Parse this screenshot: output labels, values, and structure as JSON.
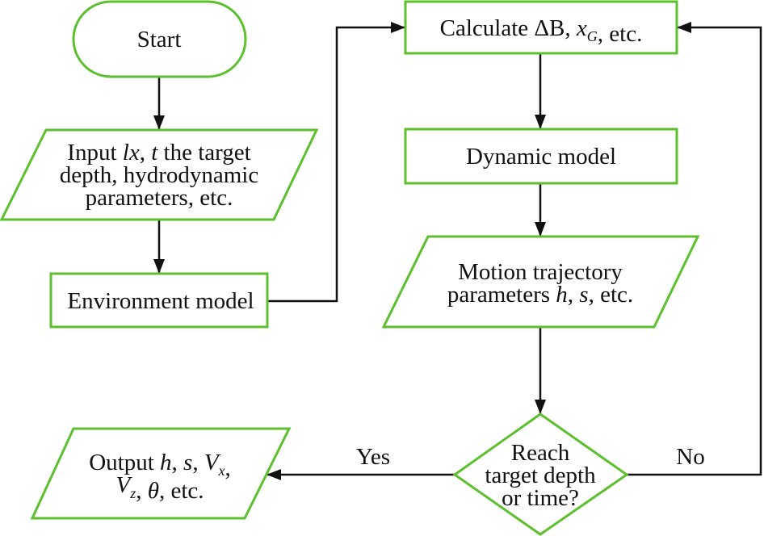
{
  "diagram": {
    "type": "flowchart",
    "colors": {
      "node_border": "#5cc02e",
      "node_fill": "#ffffff",
      "connector": "#111111",
      "text": "#111111"
    },
    "nodes": {
      "start": {
        "shape": "terminal",
        "lines": [
          [
            {
              "t": "Start"
            }
          ]
        ]
      },
      "input": {
        "shape": "parallelogram",
        "lines": [
          [
            {
              "t": "Input "
            },
            {
              "t": "lx",
              "style": "it"
            },
            {
              "t": ", "
            },
            {
              "t": "t",
              "style": "it"
            },
            {
              "t": " the target"
            }
          ],
          [
            {
              "t": "depth, hydrodynamic"
            }
          ],
          [
            {
              "t": "parameters, etc."
            }
          ]
        ]
      },
      "environment": {
        "shape": "process",
        "lines": [
          [
            {
              "t": "Environment model"
            }
          ]
        ]
      },
      "calculate": {
        "shape": "process",
        "lines": [
          [
            {
              "t": "Calculate ΔB, "
            },
            {
              "t": "x",
              "style": "it"
            },
            {
              "t": "G",
              "style": "sub"
            },
            {
              "t": ", etc."
            }
          ]
        ]
      },
      "dynamic": {
        "shape": "process",
        "lines": [
          [
            {
              "t": "Dynamic model"
            }
          ]
        ]
      },
      "motion": {
        "shape": "parallelogram",
        "lines": [
          [
            {
              "t": "Motion trajectory"
            }
          ],
          [
            {
              "t": "parameters "
            },
            {
              "t": "h",
              "style": "it"
            },
            {
              "t": ", "
            },
            {
              "t": "s",
              "style": "it"
            },
            {
              "t": ", etc."
            }
          ]
        ]
      },
      "decision": {
        "shape": "diamond",
        "lines": [
          [
            {
              "t": "Reach"
            }
          ],
          [
            {
              "t": "target depth"
            }
          ],
          [
            {
              "t": "or time?"
            }
          ]
        ]
      },
      "output": {
        "shape": "parallelogram",
        "lines": [
          [
            {
              "t": "Output "
            },
            {
              "t": "h",
              "style": "it"
            },
            {
              "t": ", "
            },
            {
              "t": "s",
              "style": "it"
            },
            {
              "t": ", "
            },
            {
              "t": "V",
              "style": "it"
            },
            {
              "t": "x",
              "style": "sub"
            },
            {
              "t": ","
            }
          ],
          [
            {
              "t": "V",
              "style": "it"
            },
            {
              "t": "z",
              "style": "sub"
            },
            {
              "t": ", "
            },
            {
              "t": "θ",
              "style": "it"
            },
            {
              "t": ", etc."
            }
          ]
        ]
      }
    },
    "edges": [
      {
        "from": "start",
        "to": "input",
        "label": ""
      },
      {
        "from": "input",
        "to": "environment",
        "label": ""
      },
      {
        "from": "environment",
        "to": "calculate",
        "label": ""
      },
      {
        "from": "calculate",
        "to": "dynamic",
        "label": ""
      },
      {
        "from": "dynamic",
        "to": "motion",
        "label": ""
      },
      {
        "from": "motion",
        "to": "decision",
        "label": ""
      },
      {
        "from": "decision",
        "to": "output",
        "label": "Yes"
      },
      {
        "from": "decision",
        "to": "calculate",
        "label": "No"
      }
    ],
    "edge_labels": {
      "yes": "Yes",
      "no": "No"
    }
  }
}
